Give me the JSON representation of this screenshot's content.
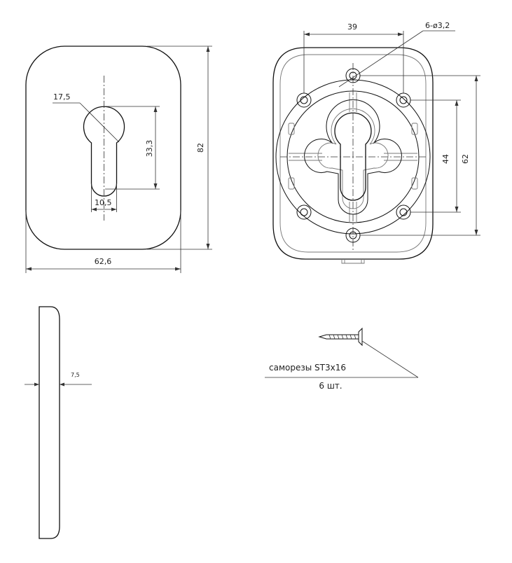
{
  "dimensions": {
    "hole_diameter": "17,5",
    "slot_height": "33,3",
    "slot_width": "10,5",
    "plate_height": "82",
    "plate_width": "62,6",
    "thickness": "7,5",
    "hole_spacing": "39",
    "screw_holes": "6-ø3,2",
    "inner_spacing": "44",
    "outer_spacing": "62"
  },
  "screws": {
    "label": "саморезы ST3x16",
    "quantity": "6 шт."
  }
}
